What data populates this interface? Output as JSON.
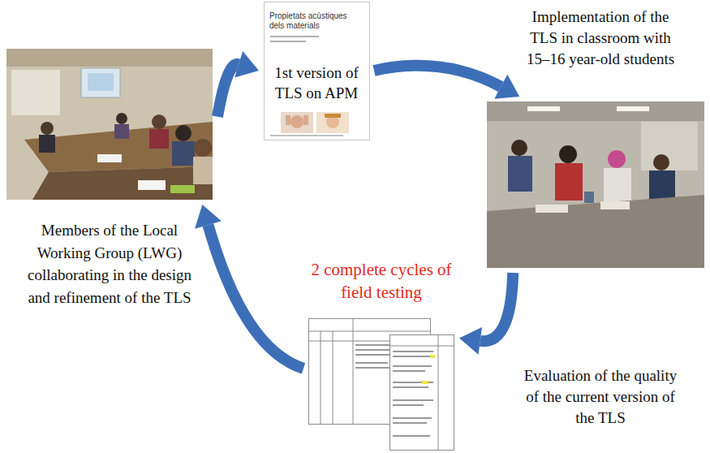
{
  "diagram": {
    "nodes": [
      {
        "text": [
          "Members of the Local Working Group (LWG) collaborating in the design and refinement of the TLS"
        ]
      },
      {
        "text": [
          "1st version of TLS on APM"
        ]
      },
      {
        "text": [
          "Implementation of the TLS in classroom with 15–16 year-old students"
        ]
      },
      {
        "text": [
          "Evaluation of the quality of the current version of the TLS"
        ]
      }
    ],
    "edges": [
      {
        "from": 0,
        "to": 1,
        "arrow": "to"
      },
      {
        "from": 1,
        "to": 2,
        "arrow": "to"
      },
      {
        "from": 2,
        "to": 3,
        "arrow": "to"
      },
      {
        "from": 3,
        "to": 0,
        "arrow": "to"
      }
    ],
    "labels": [
      "2 complete cycles of field testing",
      "Propietats acústiques dels materials"
    ]
  }
}
